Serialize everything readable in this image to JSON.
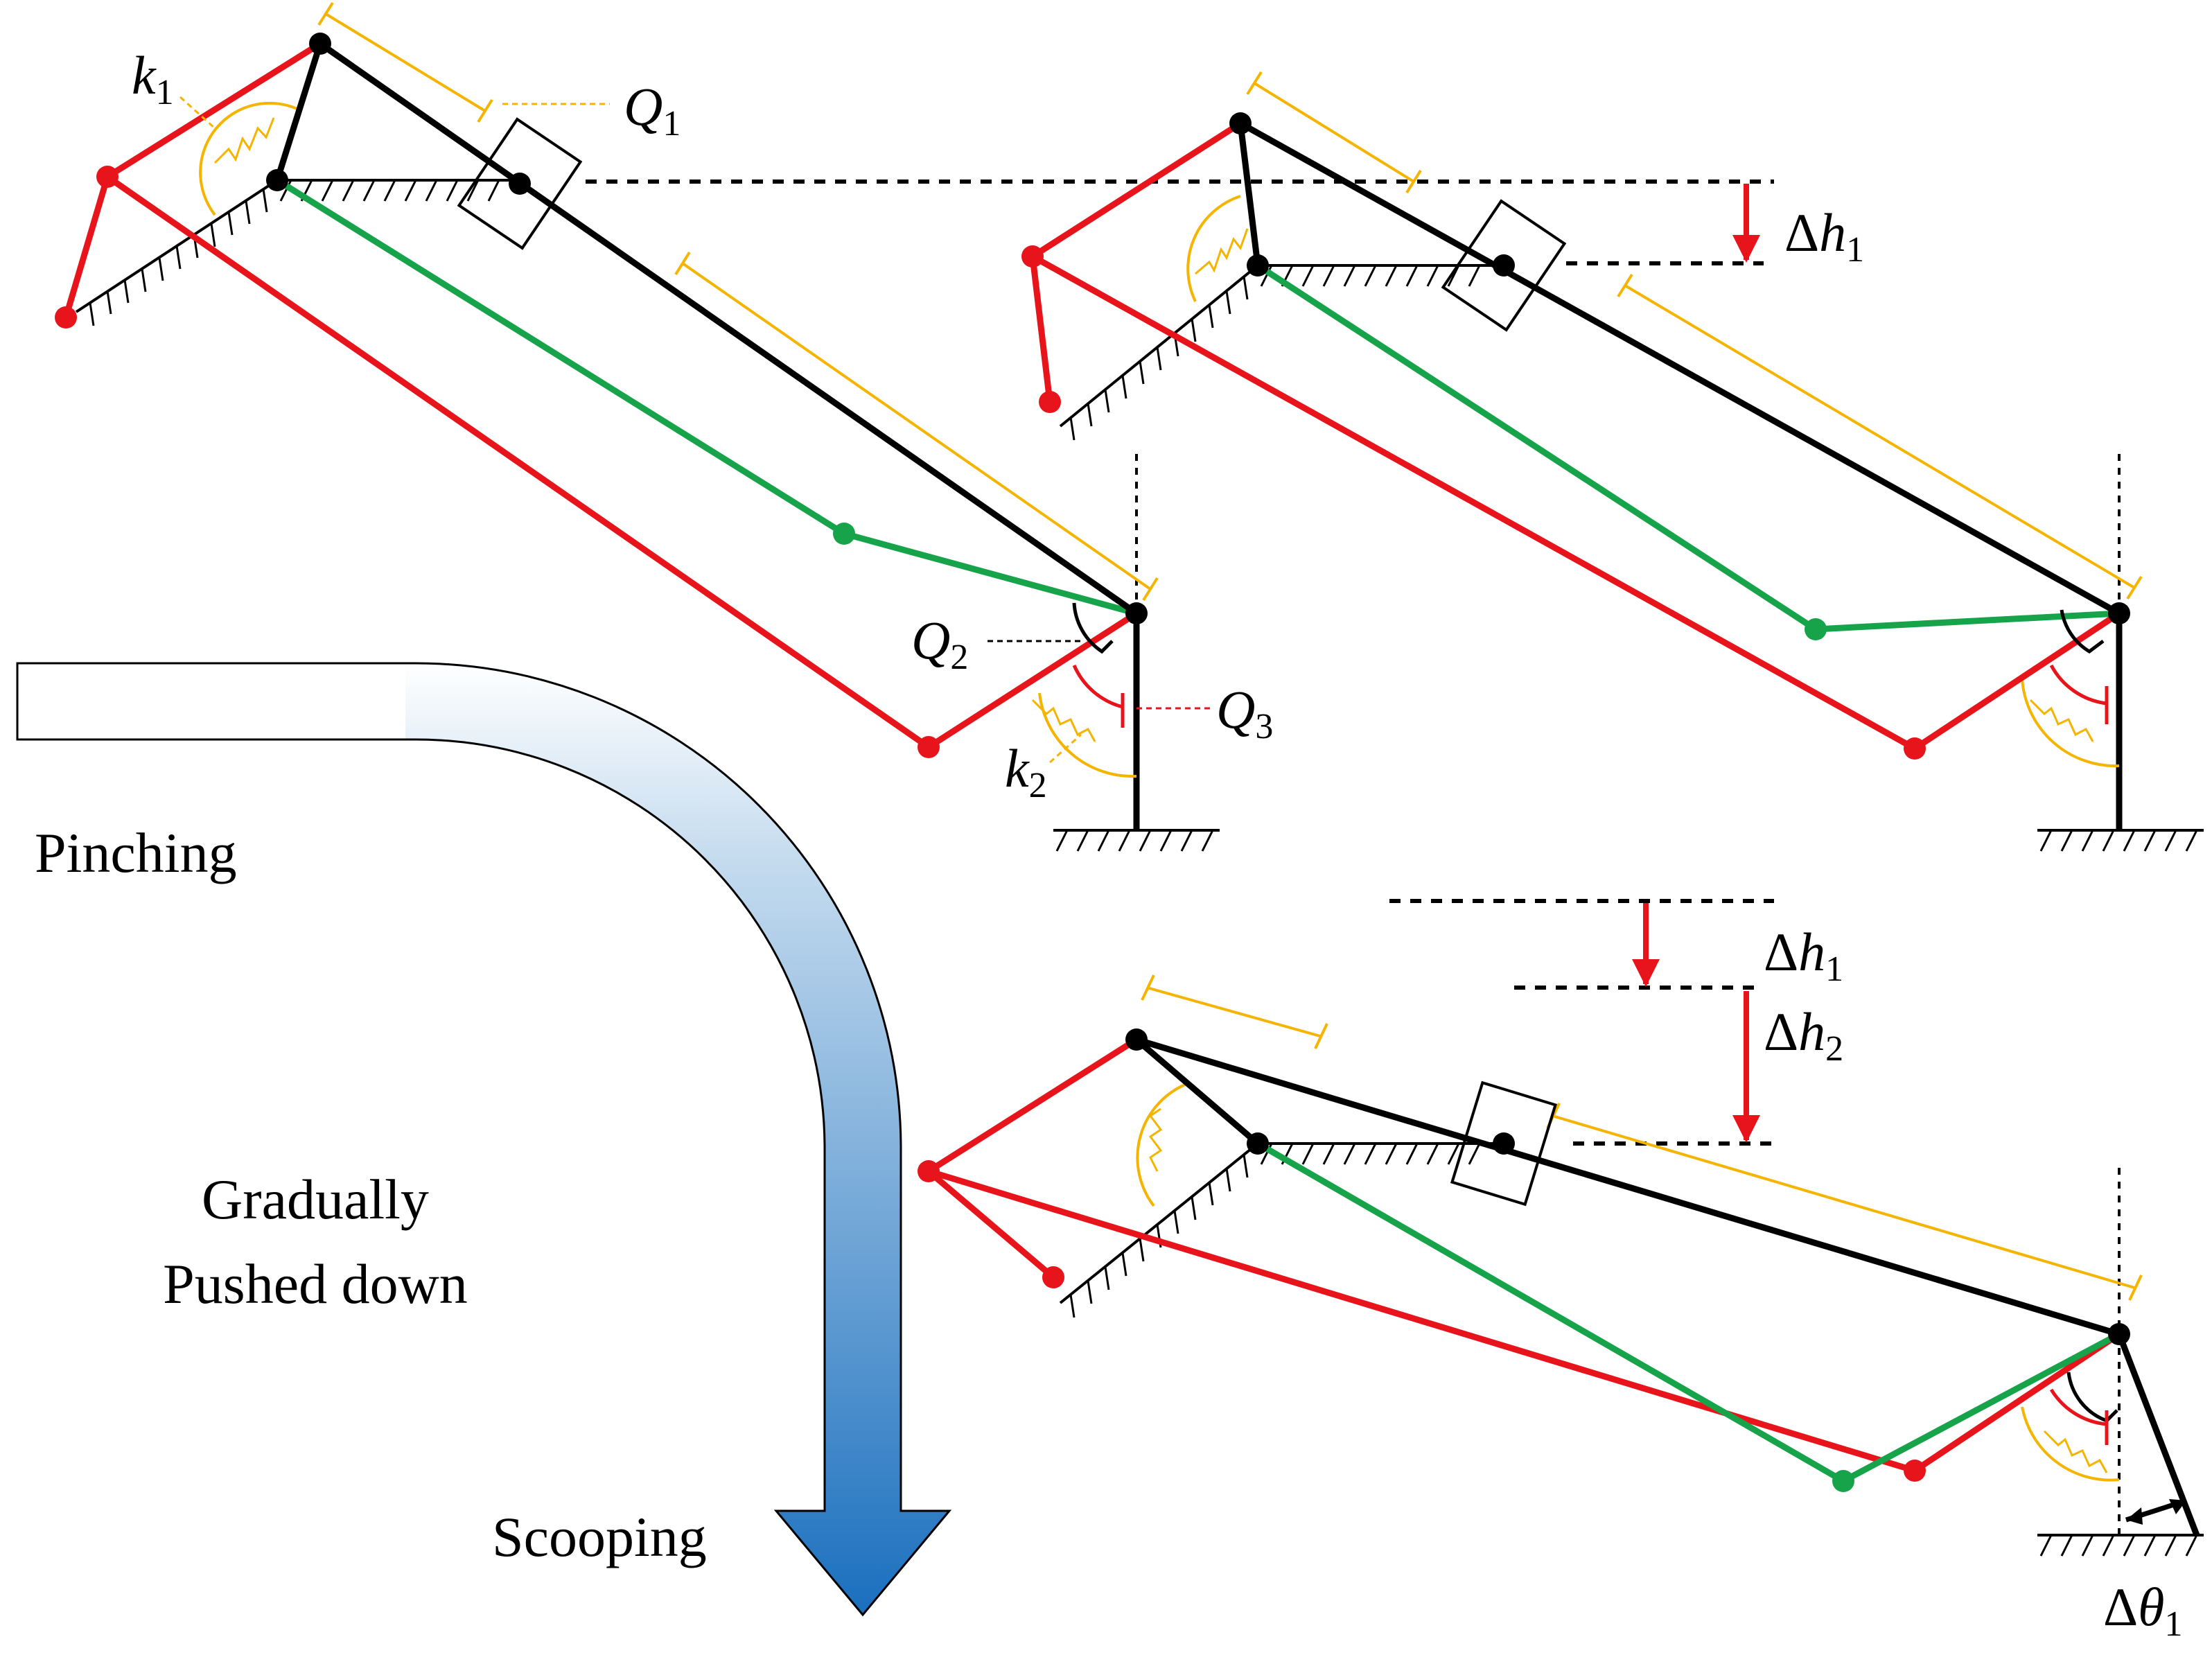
{
  "labels": {
    "k1": {
      "letter": "k",
      "sub": "1"
    },
    "k2": {
      "letter": "k",
      "sub": "2"
    },
    "Q1": {
      "letter": "Q",
      "sub": "1"
    },
    "Q2": {
      "letter": "Q",
      "sub": "2"
    },
    "Q3": {
      "letter": "Q",
      "sub": "3"
    },
    "dh1_top": {
      "delta": "Δ",
      "letter": "h",
      "sub": "1"
    },
    "dh1_bottom": {
      "delta": "Δ",
      "letter": "h",
      "sub": "1"
    },
    "dh2": {
      "delta": "Δ",
      "letter": "h",
      "sub": "2"
    },
    "dtheta1": {
      "delta": "Δ",
      "letter": "θ",
      "sub": "1"
    }
  },
  "phases": {
    "pinching": "Pinching",
    "pushed_line1": "Gradually",
    "pushed_line2": "Pushed down",
    "scooping": "Scooping"
  },
  "colors": {
    "link_black": "#000000",
    "link_red": "#e8141b",
    "link_green": "#16a34a",
    "dimension_yellow": "#f5b400",
    "arrow_gradient_start": "#ffffff",
    "arrow_gradient_end": "#1a6fbe"
  }
}
